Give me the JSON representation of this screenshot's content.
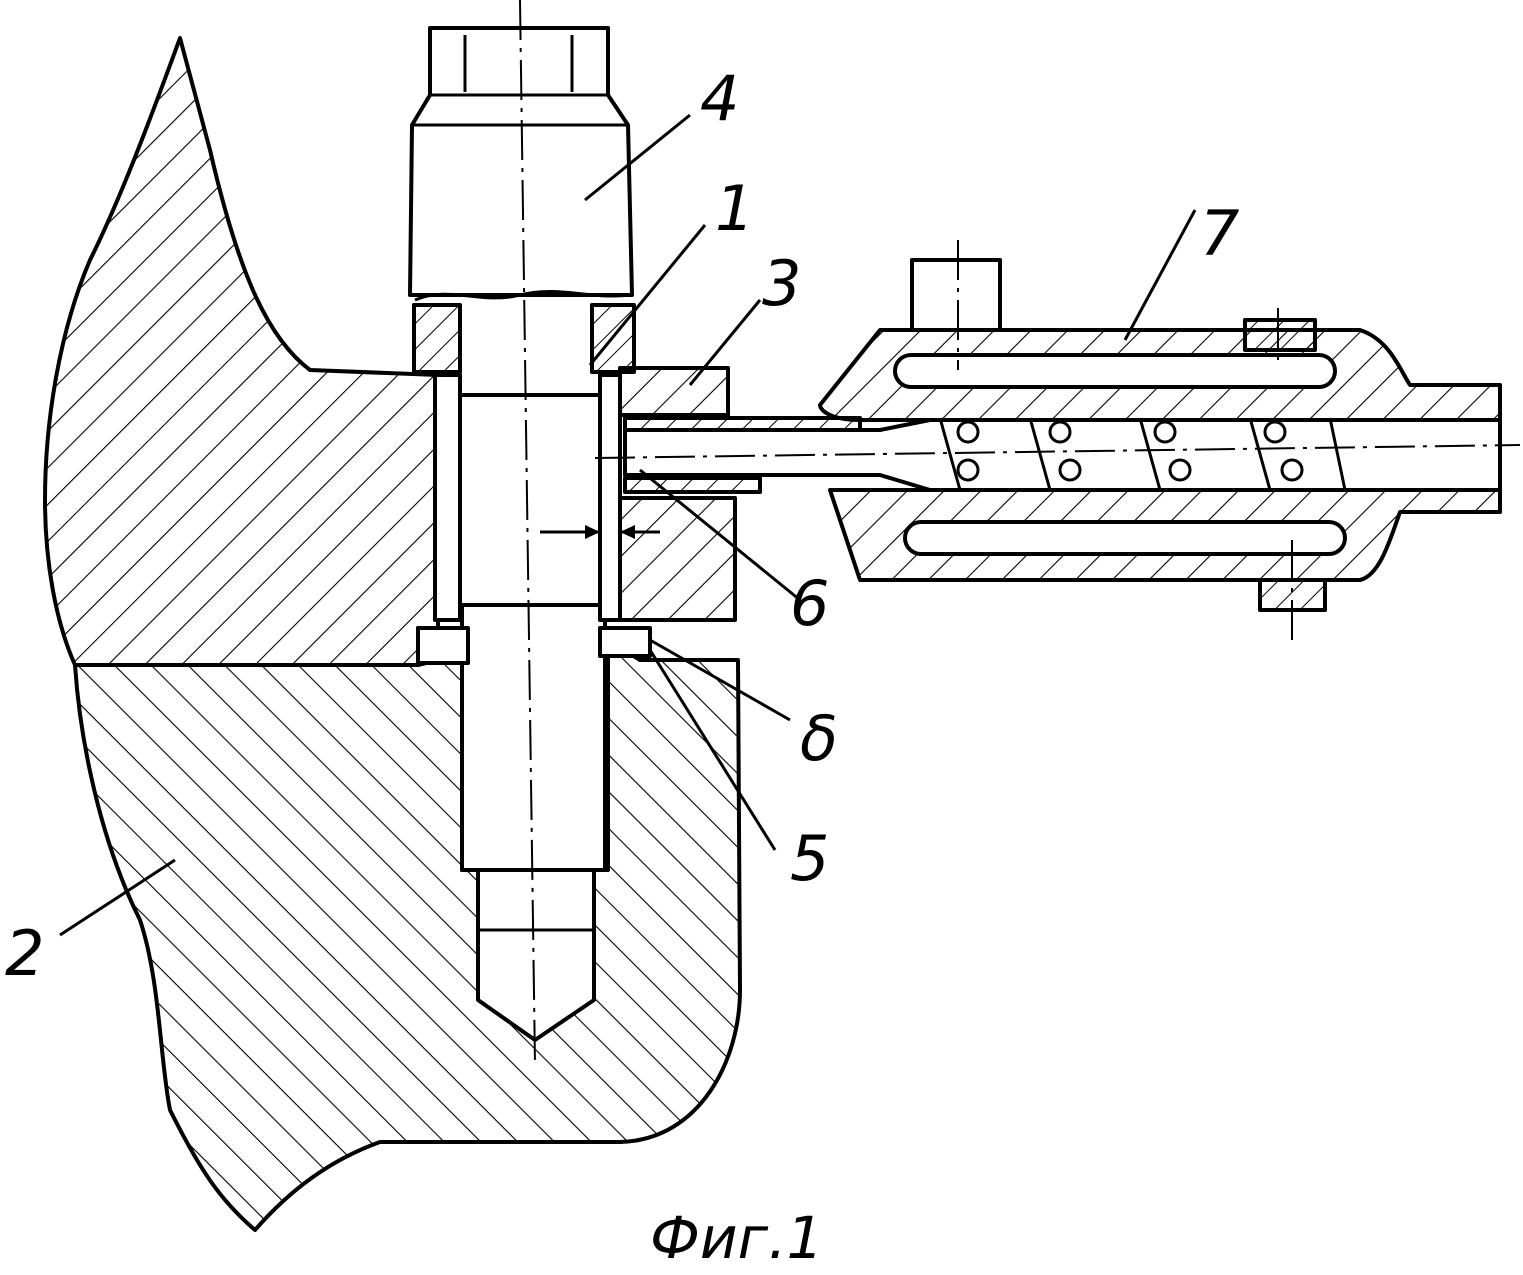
{
  "labels": {
    "l1": "1",
    "l2": "2",
    "l3": "3",
    "l4": "4",
    "l5": "5",
    "l6": "6",
    "l7": "7",
    "gap": "δ"
  },
  "caption": "Фиг.1",
  "colors": {
    "ink": "#000000",
    "paper": "#ffffff"
  }
}
